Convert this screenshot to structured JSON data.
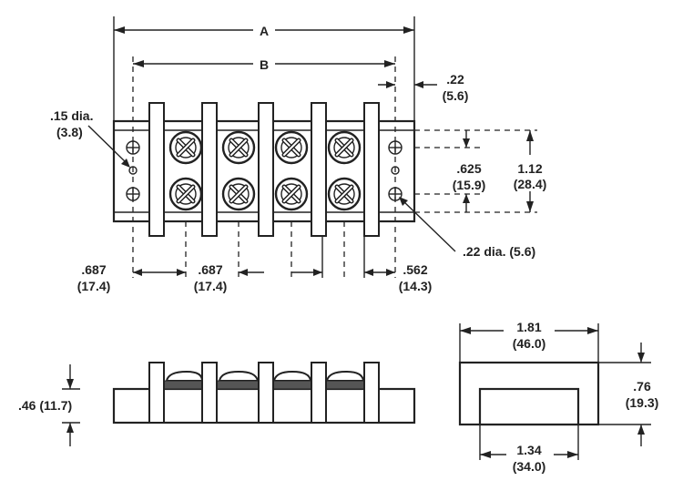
{
  "labels": {
    "dim_a": "A",
    "dim_b": "B",
    "end_gap": ".22",
    "end_gap_mm": "(5.6)",
    "hole_dia": ".15 dia.",
    "hole_dia_mm": "(3.8)",
    "screw_spacing": ".625",
    "screw_spacing_mm": "(15.9)",
    "width": "1.12",
    "width_mm": "(28.4)",
    "mount_hole": ".22 dia. (5.6)",
    "pitch_left": ".687",
    "pitch_left_mm": "(17.4)",
    "pitch_mid": ".687",
    "pitch_mid_mm": "(17.4)",
    "end_dim": ".562",
    "end_dim_mm": "(14.3)",
    "height": ".46 (11.7)",
    "end_width": "1.81",
    "end_width_mm": "(46.0)",
    "end_height": ".76",
    "end_height_mm": "(19.3)",
    "inner_width": "1.34",
    "inner_width_mm": "(34.0)"
  },
  "colors": {
    "ink": "#222222",
    "paper": "#ffffff"
  },
  "icons": {
    "terminal_screw": "cross-slot-screw-icon",
    "mounting_hole": "crosshair-hole-icon"
  }
}
